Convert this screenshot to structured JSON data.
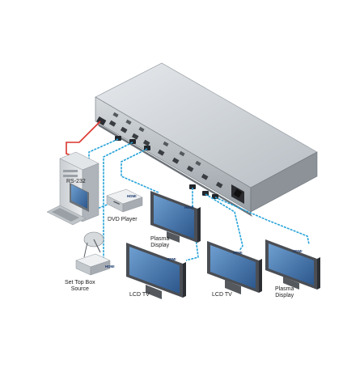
{
  "labels": {
    "rs232": "RS-232",
    "dvd_player": "DVD Player",
    "set_top_box_line1": "Set Top Box",
    "set_top_box_line2": "Source",
    "plasma_top_line1": "Plasma",
    "plasma_top_line2": "Display",
    "lcd_left": "LCD TV",
    "lcd_right": "LCD TV",
    "plasma_right_line1": "Plasma",
    "plasma_right_line2": "Display"
  },
  "cable_tags": {
    "hdmi": "HDMI"
  },
  "colors": {
    "hdmi_cable": "#27a3d8",
    "rs232_cable": "#d9342b",
    "device_body": "#cfd4d9",
    "device_dark": "#3a3d42",
    "screen": "#3f6fa8"
  }
}
